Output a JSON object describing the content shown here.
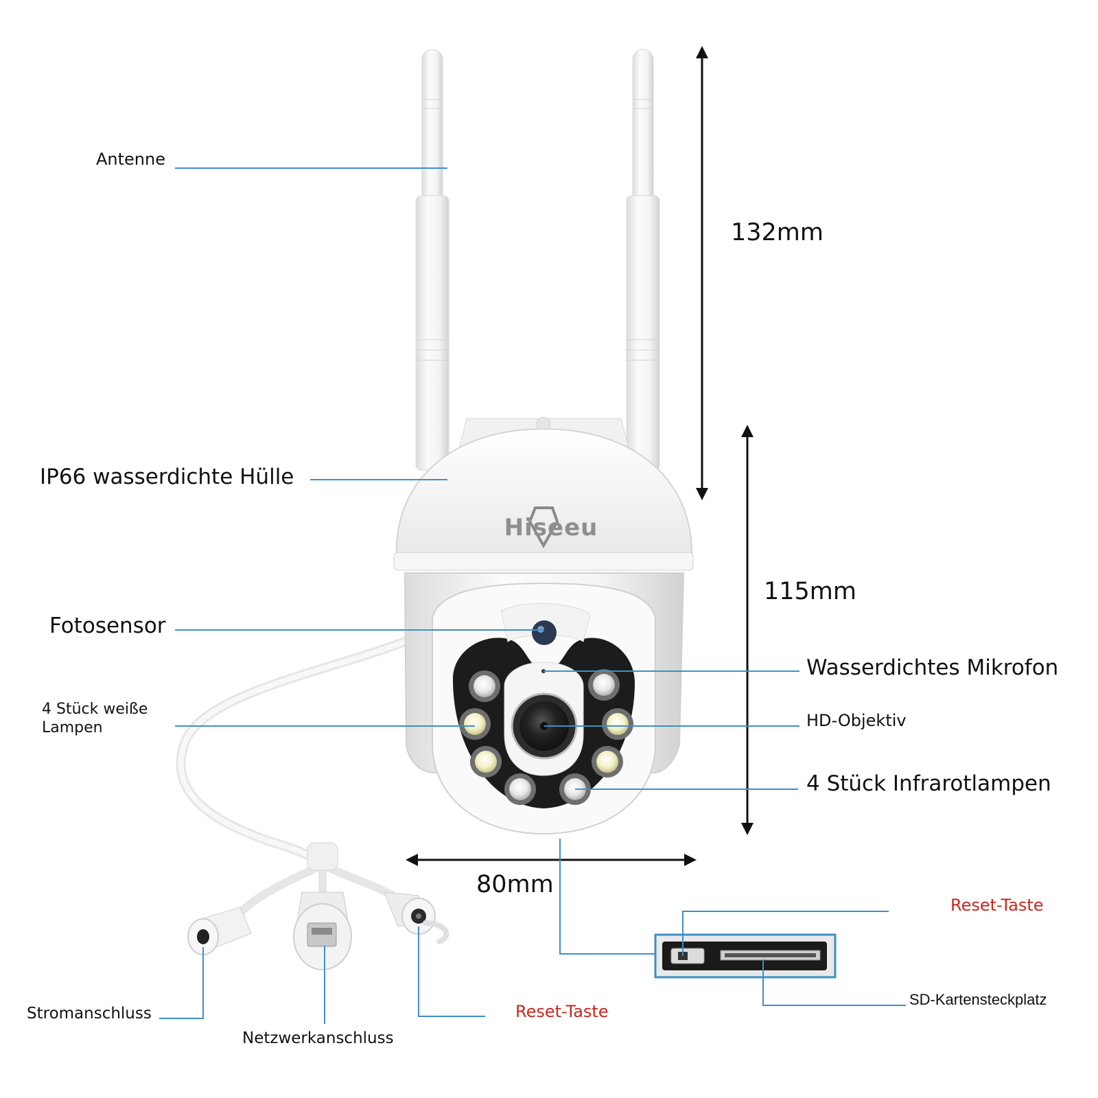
{
  "brand": {
    "logo_text": "Hiseeu"
  },
  "labels": {
    "antenna": "Antenne",
    "housing": "IP66 wasserdichte Hülle",
    "photosensor": "Fotosensor",
    "white_lamps_line1": "4 Stück weiße",
    "white_lamps_line2": "Lampen",
    "microphone": "Wasserdichtes Mikrofon",
    "lens": "HD-Objektiv",
    "ir_lamps": "4 Stück Infrarotlampen",
    "power_port": "Stromanschluss",
    "network_port": "Netzwerkanschluss",
    "reset_bottom": "Reset-Taste",
    "reset_right": "Reset-Taste",
    "sd_slot": "SD-Kartensteckplatz"
  },
  "dimensions": {
    "total_height": "132mm",
    "body_height": "115mm",
    "width": "80mm"
  },
  "colors": {
    "leader_line": "#3d8fc4",
    "highlight_text": "#c8281e",
    "label_text": "#111111",
    "housing": "#f3f3f3"
  }
}
